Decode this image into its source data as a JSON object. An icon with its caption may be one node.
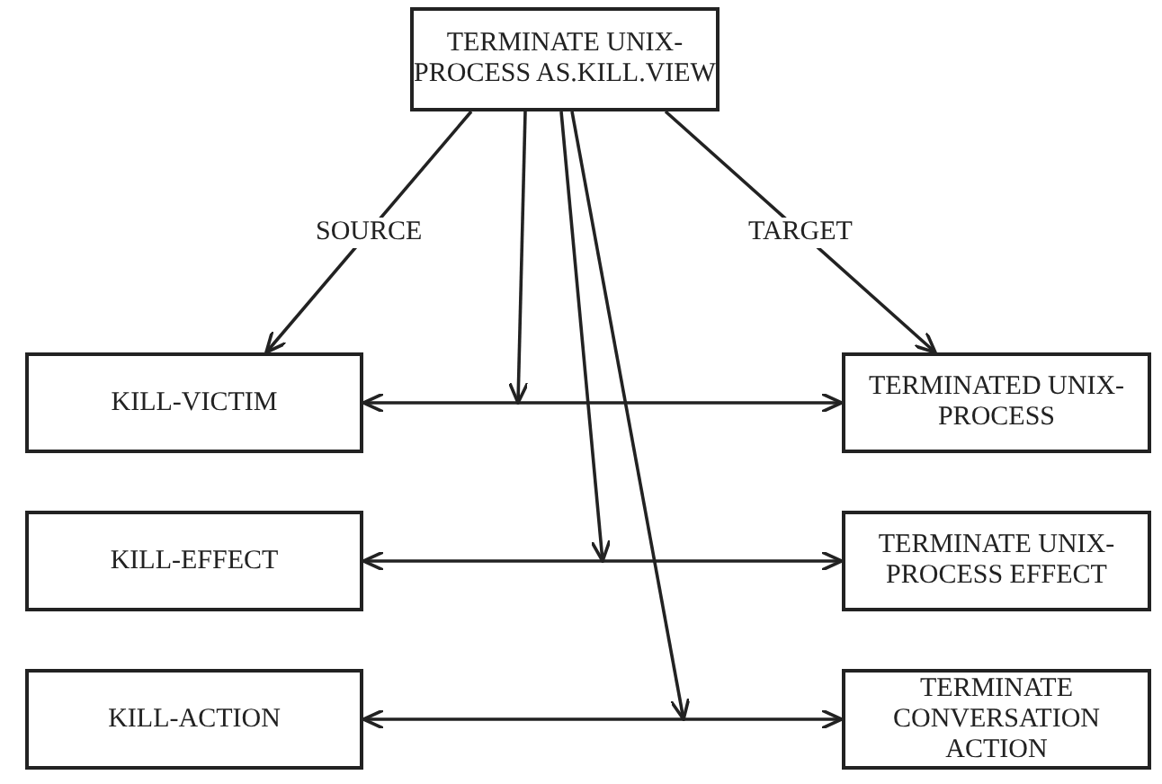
{
  "diagram": {
    "nodes": [
      {
        "text": [
          "TERMINATE UNIX-PROCESS AS.KILL.VIEW"
        ]
      },
      {
        "text": [
          "KILL-VICTIM"
        ]
      },
      {
        "text": [
          "TERMINATED UNIX-PROCESS"
        ]
      },
      {
        "text": [
          "KILL-EFFECT"
        ]
      },
      {
        "text": [
          "TERMINATE UNIX-PROCESS EFFECT"
        ]
      },
      {
        "text": [
          "KILL-ACTION"
        ]
      },
      {
        "text": [
          "TERMINATE CONVERSATION ACTION"
        ]
      }
    ],
    "edges": [
      {
        "from": 0,
        "to": 1,
        "arrow": "to",
        "label": "SOURCE"
      },
      {
        "from": 0,
        "to": 2,
        "arrow": "to",
        "label": "TARGET"
      },
      {
        "from": 1,
        "to": 2,
        "arrow": "both"
      },
      {
        "from": 3,
        "to": 4,
        "arrow": "both"
      },
      {
        "from": 5,
        "to": 6,
        "arrow": "both"
      },
      {
        "from": 0,
        "to": null,
        "arrow": "to"
      },
      {
        "from": 0,
        "to": null,
        "arrow": "to"
      },
      {
        "from": 0,
        "to": null,
        "arrow": "to"
      }
    ]
  }
}
